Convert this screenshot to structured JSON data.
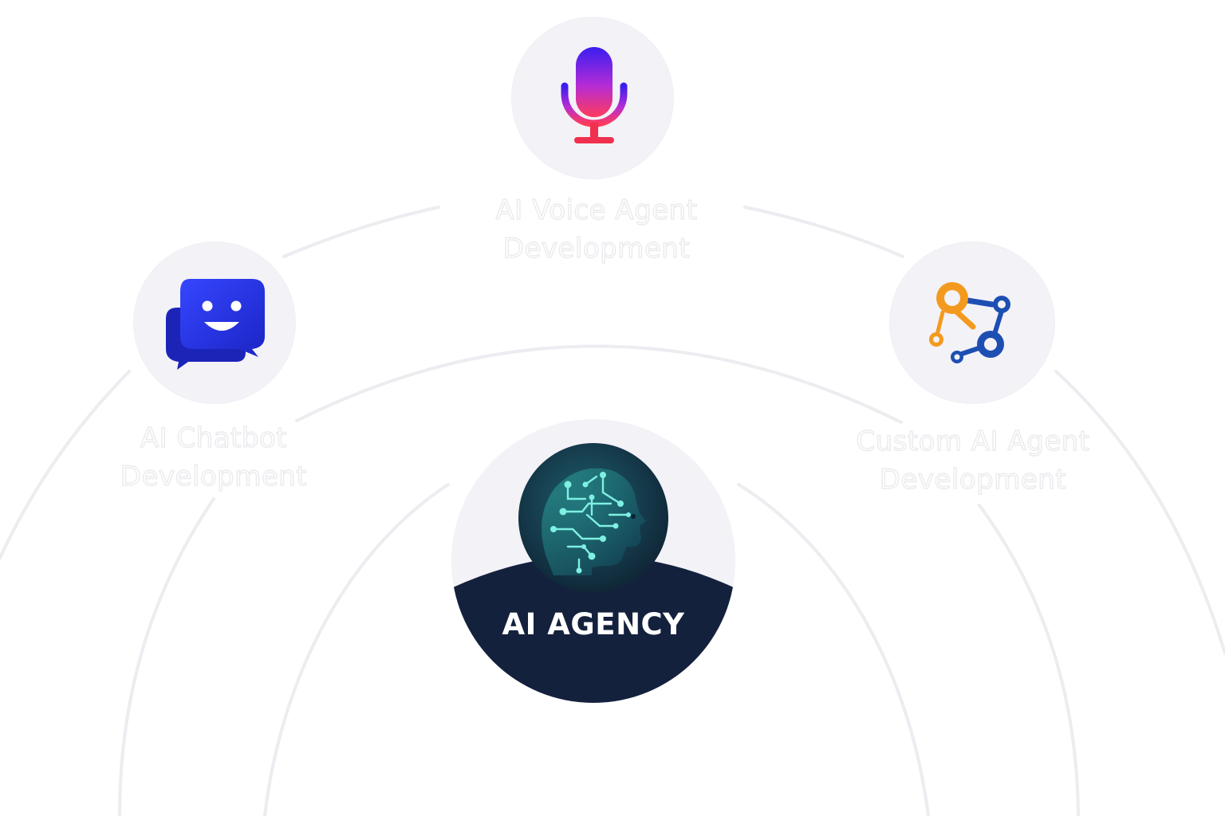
{
  "diagram": {
    "center": {
      "title": "AI AGENCY",
      "icon": "ai-head-icon",
      "colors": {
        "dark": "#14213d",
        "accent": "#22c1b0"
      }
    },
    "services": [
      {
        "id": "voice",
        "label_line1": "AI Voice Agent",
        "label_line2": "Development",
        "icon": "microphone-icon",
        "colors": [
          "#3a1ef0",
          "#b52cd6",
          "#ff3b5c"
        ]
      },
      {
        "id": "chatbot",
        "label_line1": "AI Chatbot",
        "label_line2": "Development",
        "icon": "chat-bubble-smile-icon",
        "colors": [
          "#2f3ff5",
          "#1a22c8"
        ]
      },
      {
        "id": "custom",
        "label_line1": "Custom AI Agent",
        "label_line2": "Development",
        "icon": "node-network-icon",
        "colors": [
          "#f39a1e",
          "#1d4fb3"
        ]
      }
    ],
    "ring_color": "#ececf1"
  }
}
